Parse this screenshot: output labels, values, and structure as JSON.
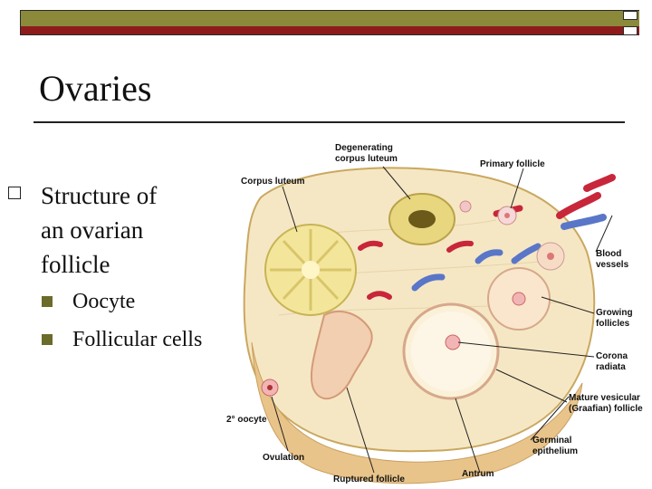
{
  "slide": {
    "title": "Ovaries",
    "bullet": "Structure of an ovarian follicle",
    "bullet_lines": [
      "Structure of",
      "an ovarian",
      "follicle"
    ],
    "subbullets": [
      "Oocyte",
      "Follicular cells"
    ]
  },
  "figure": {
    "labels": {
      "degenerating_1": "Degenerating",
      "degenerating_2": "corpus luteum",
      "corpus_luteum": "Corpus luteum",
      "primary_follicle": "Primary follicle",
      "blood_1": "Blood",
      "blood_2": "vessels",
      "growing_1": "Growing",
      "growing_2": "follicles",
      "corona_1": "Corona",
      "corona_2": "radiata",
      "mature_1": "Mature vesicular",
      "mature_2": "(Graafian) follicle",
      "germinal_1": "Germinal",
      "germinal_2": "epithelium",
      "antrum": "Antrum",
      "oocyte2": "2° oocyte",
      "ovulation": "Ovulation",
      "ruptured": "Ruptured follicle"
    }
  },
  "colors": {
    "olive": "#8a8a3a",
    "maroon": "#8e1b1b",
    "ovary": "#f6e7c4",
    "vessel_red": "#c8263a",
    "vessel_blue": "#5a76c8"
  }
}
